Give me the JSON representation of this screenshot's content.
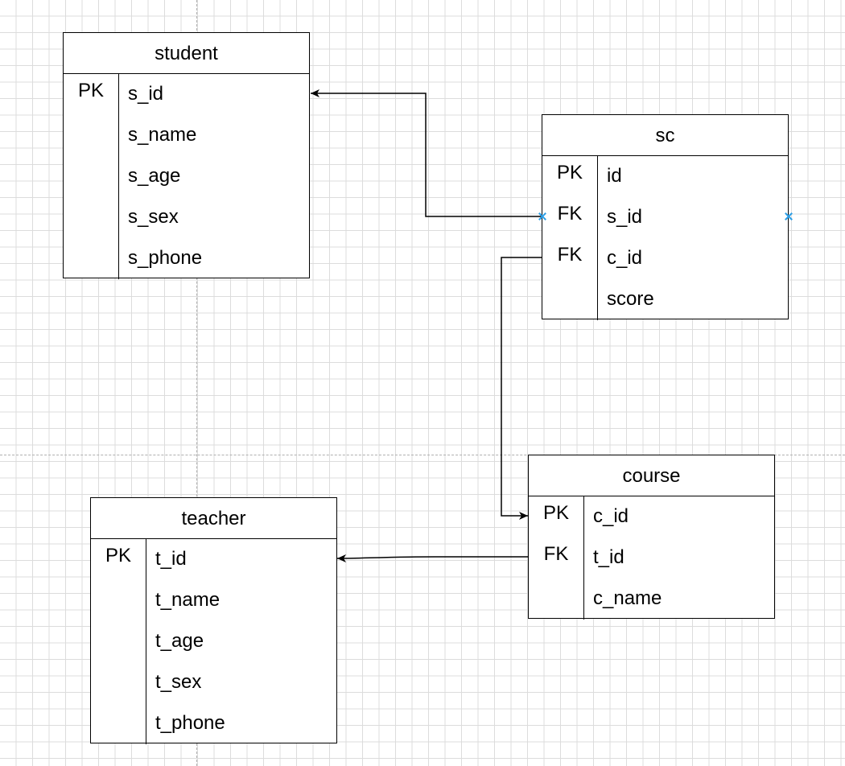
{
  "entities": {
    "student": {
      "title": "student",
      "rows": [
        {
          "key": "PK",
          "field": "s_id"
        },
        {
          "key": "",
          "field": "s_name"
        },
        {
          "key": "",
          "field": "s_age"
        },
        {
          "key": "",
          "field": "s_sex"
        },
        {
          "key": "",
          "field": "s_phone"
        }
      ]
    },
    "sc": {
      "title": "sc",
      "rows": [
        {
          "key": "PK",
          "field": "id"
        },
        {
          "key": "FK",
          "field": "s_id"
        },
        {
          "key": "FK",
          "field": "c_id"
        },
        {
          "key": "",
          "field": "score"
        }
      ]
    },
    "course": {
      "title": "course",
      "rows": [
        {
          "key": "PK",
          "field": "c_id"
        },
        {
          "key": "FK",
          "field": "t_id"
        },
        {
          "key": "",
          "field": "c_name"
        }
      ]
    },
    "teacher": {
      "title": "teacher",
      "rows": [
        {
          "key": "PK",
          "field": "t_id"
        },
        {
          "key": "",
          "field": "t_name"
        },
        {
          "key": "",
          "field": "t_age"
        },
        {
          "key": "",
          "field": "t_sex"
        },
        {
          "key": "",
          "field": "t_phone"
        }
      ]
    }
  },
  "colors": {
    "stroke": "#000000",
    "selection_marker": "#2d9fe6",
    "grid": "#dcdcdc",
    "guide": "#b0b0b0"
  }
}
